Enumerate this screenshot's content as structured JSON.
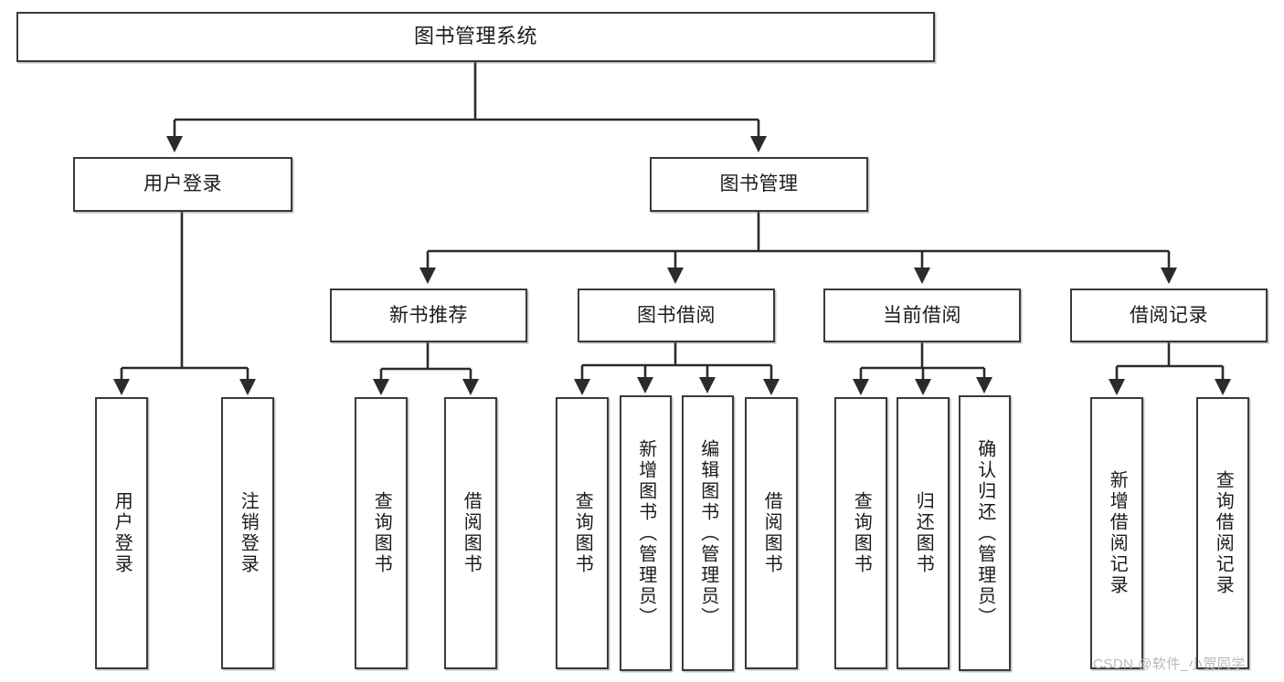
{
  "diagram": {
    "title": "图书管理系统",
    "type": "hierarchy-tree",
    "watermark": "CSDN @软件_小贺同学",
    "colors": {
      "box_border": "#3a3a3a",
      "box_fill": "#ffffff",
      "connector": "#2b2b2b",
      "text": "#1b1b1b",
      "watermark": "#b9b9b9"
    },
    "nodes": {
      "root": {
        "label": "图书管理系统"
      },
      "level2": [
        {
          "label": "用户登录"
        },
        {
          "label": "图书管理"
        }
      ],
      "level3": [
        {
          "label": "新书推荐"
        },
        {
          "label": "图书借阅"
        },
        {
          "label": "当前借阅"
        },
        {
          "label": "借阅记录"
        }
      ],
      "leaves": {
        "user_login": [
          {
            "label": "用户登录"
          },
          {
            "label": "注销登录"
          }
        ],
        "new_book": [
          {
            "label": "查询图书"
          },
          {
            "label": "借阅图书"
          }
        ],
        "book_borrow": [
          {
            "label": "查询图书"
          },
          {
            "label": "新增图书（管理员）"
          },
          {
            "label": "编辑图书（管理员）"
          },
          {
            "label": "借阅图书"
          }
        ],
        "current_borrow": [
          {
            "label": "查询图书"
          },
          {
            "label": "归还图书"
          },
          {
            "label": "确认归还（管理员）"
          }
        ],
        "borrow_record": [
          {
            "label": "新增借阅记录"
          },
          {
            "label": "查询借阅记录"
          }
        ]
      }
    }
  }
}
